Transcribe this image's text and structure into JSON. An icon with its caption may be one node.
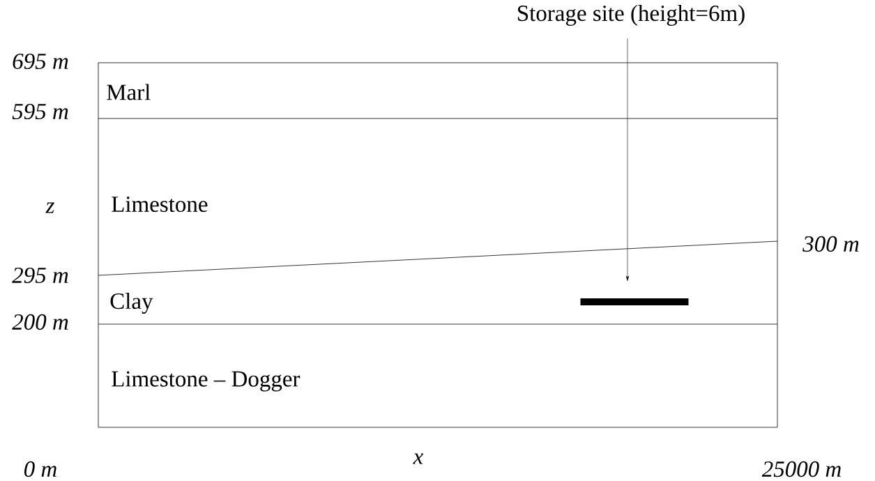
{
  "diagram": {
    "nodes": [
      {
        "text": [
          "Storage site (height=6m)"
        ]
      },
      {
        "text": [],
        "shape": "bar"
      }
    ],
    "edges": [
      {
        "from": 0,
        "to": 1,
        "arrow": "to"
      }
    ],
    "labels": [
      "695 m",
      "Marl",
      "595 m",
      "z",
      "Limestone",
      "300 m",
      "295 m",
      "Clay",
      "200 m",
      "Limestone – Dogger",
      "0 m",
      "x",
      "25000 m"
    ]
  }
}
